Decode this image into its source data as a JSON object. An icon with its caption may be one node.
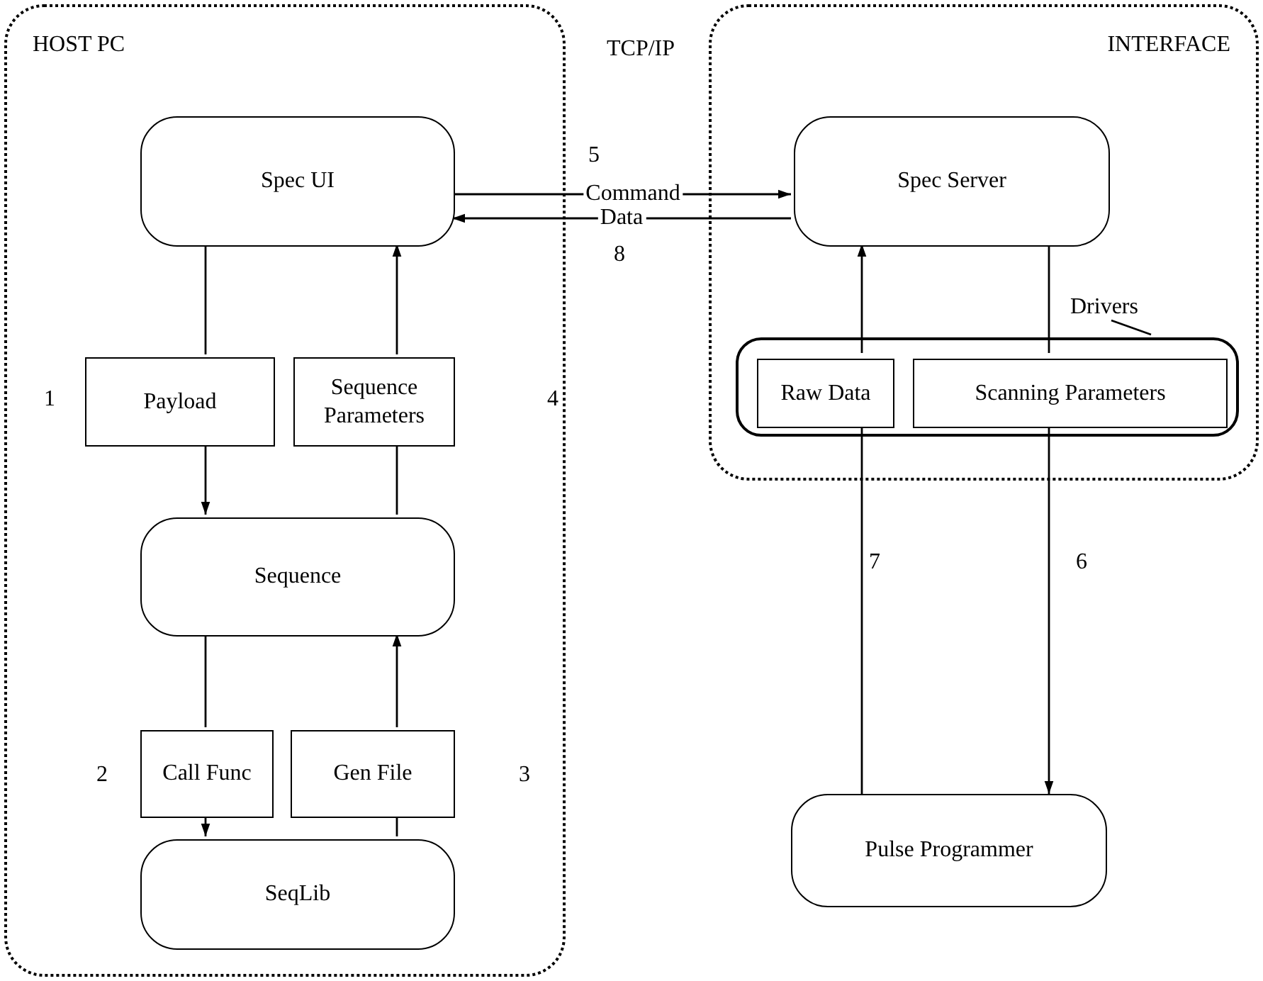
{
  "diagram": {
    "nodes": [
      {
        "text": [
          "HOST PC"
        ]
      },
      {
        "text": [
          "Spec UI"
        ],
        "in": 0
      },
      {
        "text": [
          "Payload"
        ],
        "in": 0
      },
      {
        "text": [
          "Sequence Parameters"
        ],
        "in": 0
      },
      {
        "text": [
          "Sequence"
        ],
        "in": 0
      },
      {
        "text": [
          "Call Func"
        ],
        "in": 0
      },
      {
        "text": [
          "Gen File"
        ],
        "in": 0
      },
      {
        "text": [
          "SeqLib"
        ],
        "in": 0
      },
      {
        "text": [
          "INTERFACE"
        ]
      },
      {
        "text": [
          "Spec Server"
        ],
        "in": 8
      },
      {
        "text": [
          "Drivers"
        ],
        "in": 8
      },
      {
        "text": [],
        "shape": "box",
        "in": 8
      },
      {
        "text": [
          "Raw Data"
        ],
        "in": 11
      },
      {
        "text": [
          "Scanning Parameters"
        ],
        "in": 11
      },
      {
        "text": [
          "Pulse Programmer"
        ]
      }
    ],
    "edges": [
      {
        "from": 1,
        "to": 2,
        "arrow": "none"
      },
      {
        "from": 2,
        "to": 4,
        "arrow": "to"
      },
      {
        "from": 4,
        "to": 3,
        "arrow": "none"
      },
      {
        "from": 3,
        "to": 1,
        "arrow": "to"
      },
      {
        "from": 4,
        "to": 5,
        "arrow": "none"
      },
      {
        "from": 5,
        "to": 7,
        "arrow": "to"
      },
      {
        "from": 7,
        "to": 6,
        "arrow": "none"
      },
      {
        "from": 6,
        "to": 4,
        "arrow": "to"
      },
      {
        "from": 1,
        "to": 9,
        "arrow": "to",
        "label": "Command"
      },
      {
        "from": 9,
        "to": 1,
        "arrow": "to",
        "label": "Data"
      },
      {
        "from": 12,
        "to": 9,
        "arrow": "to"
      },
      {
        "from": 9,
        "to": 13,
        "arrow": "none"
      },
      {
        "from": 13,
        "to": 14,
        "arrow": "to"
      },
      {
        "from": 14,
        "to": 12,
        "arrow": "none"
      },
      {
        "from": 10,
        "to": 11,
        "arrow": "none"
      }
    ],
    "labels": [
      "TCP/IP",
      "5",
      "8",
      "1",
      "4",
      "7",
      "6",
      "2",
      "3"
    ]
  }
}
